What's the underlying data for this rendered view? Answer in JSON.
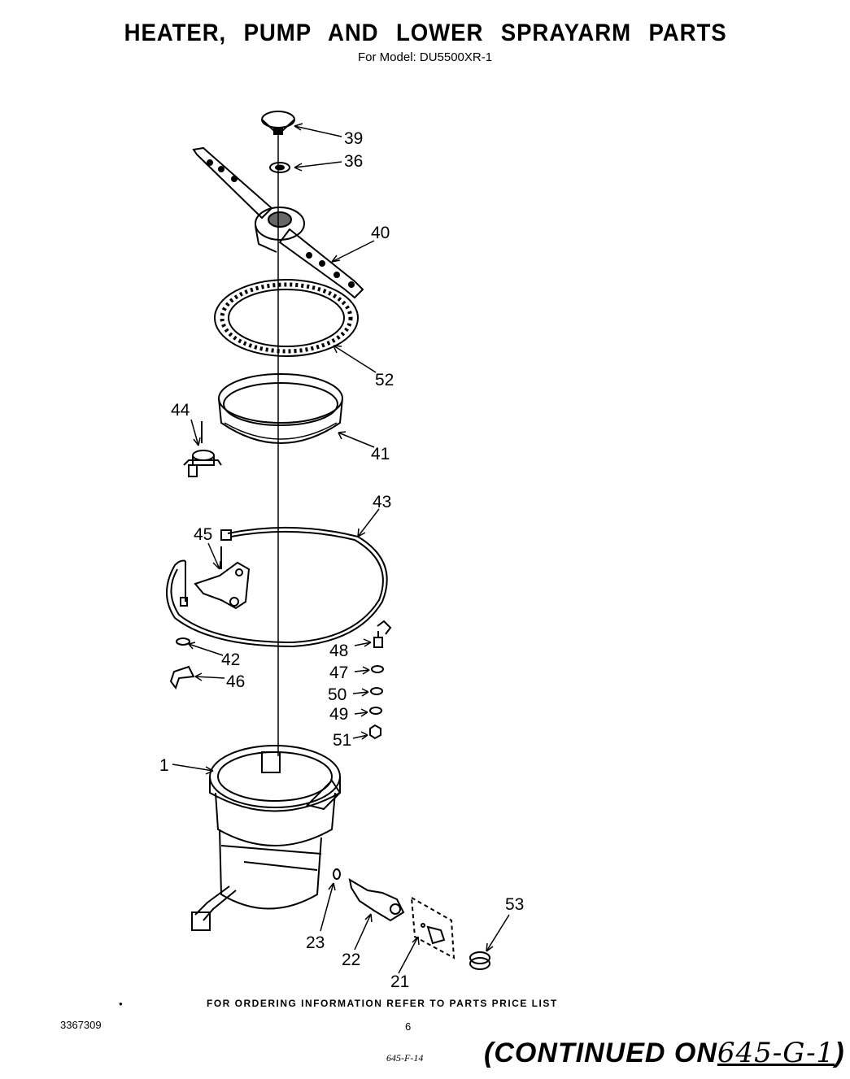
{
  "header": {
    "title": "HEATER, PUMP   AND LOWER   SPRAYARM   PARTS",
    "subtitle": "For Model: DU5500XR-1"
  },
  "diagram": {
    "callouts": [
      "39",
      "36",
      "40",
      "52",
      "41",
      "44",
      "43",
      "45",
      "42",
      "46",
      "48",
      "47",
      "50",
      "49",
      "51",
      "1",
      "23",
      "22",
      "21",
      "53"
    ]
  },
  "footer": {
    "ordering_info": "FOR ORDERING INFORMATION REFER TO PARTS PRICE LIST",
    "doc_number": "3367309",
    "page_number": "6",
    "ref_code": "645-F-14",
    "continued_prefix": "(CONTINUED ON",
    "continued_target": "645-G-1",
    "continued_suffix": ")"
  }
}
